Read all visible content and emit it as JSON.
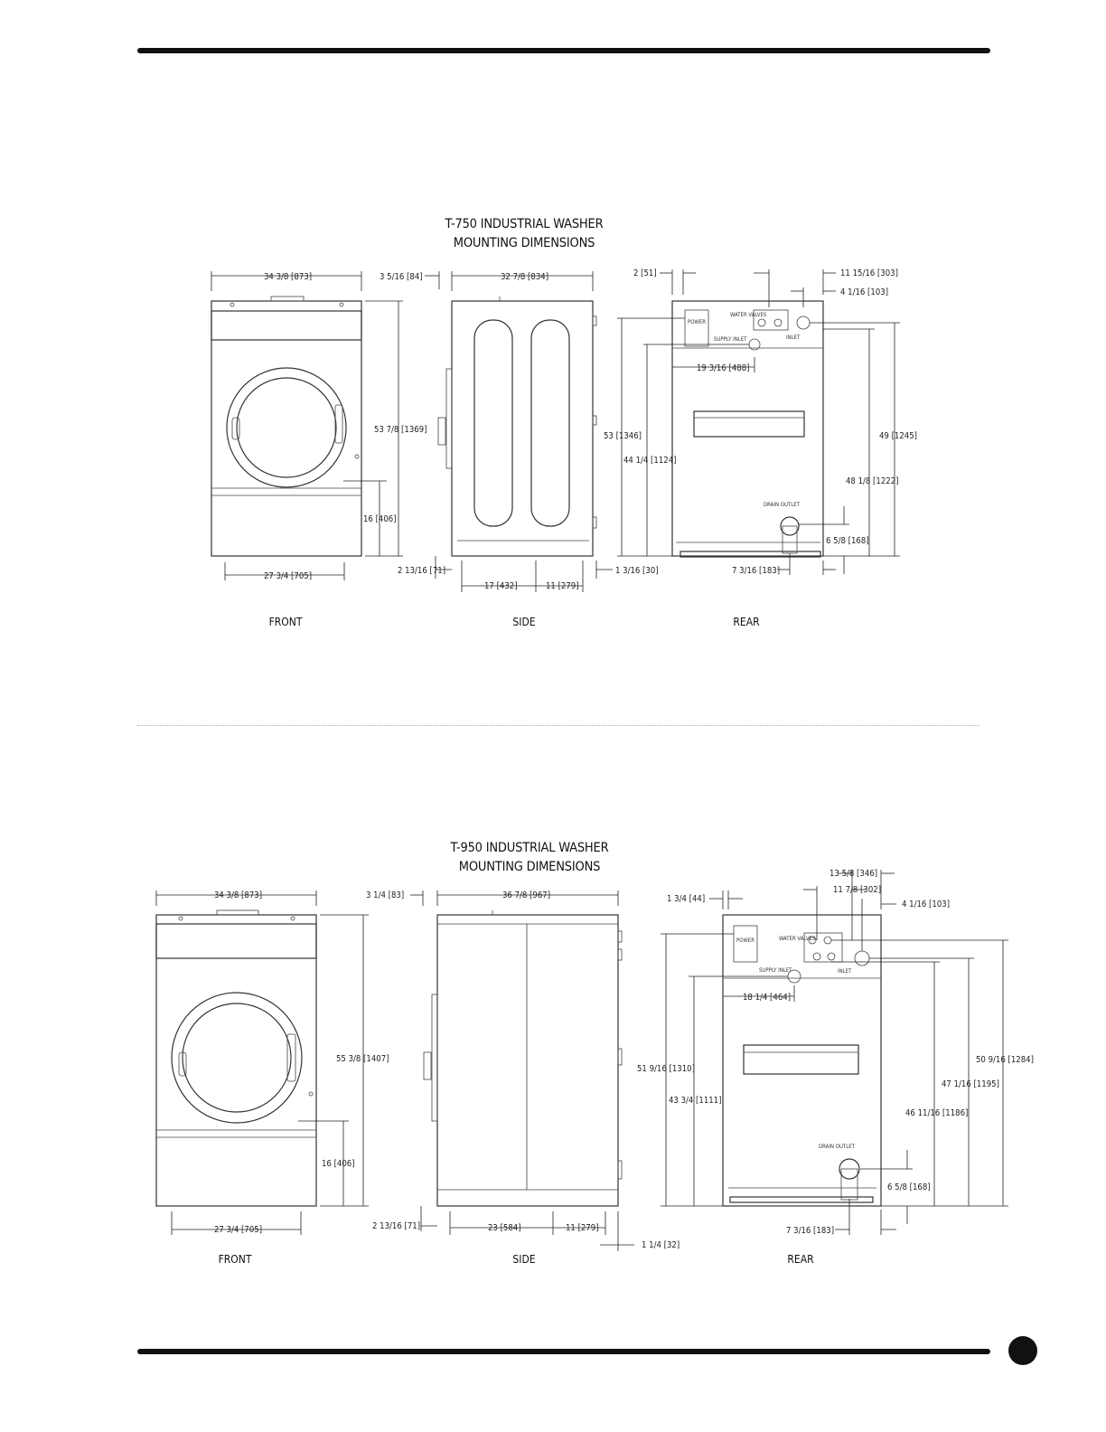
{
  "t750": {
    "title_line1": "T-750 INDUSTRIAL WASHER",
    "title_line2": "MOUNTING DIMENSIONS",
    "views": {
      "front": "FRONT",
      "side": "SIDE",
      "rear": "REAR"
    },
    "front_dims": {
      "width": "34 3/8 [873]",
      "height": "53 7/8 [1369]",
      "door_height": "16 [406]",
      "base_width": "27 3/4 [705]"
    },
    "side_dims": {
      "offset_top": "3 5/16 [84]",
      "depth": "32 7/8 [834]",
      "offset_bottom": "2 13/16 [71]",
      "foot_front": "17 [432]",
      "foot_rear": "11 [279]",
      "overhang": "1 3/16 [30]"
    },
    "rear_dims": {
      "left_offset": "2 [51]",
      "right_top": "11 15/16 [303]",
      "right_top2": "4 1/16 [103]",
      "height_total": "53 [1346]",
      "height_inlet": "44 1/4 [1124]",
      "center": "19 3/16 [488]",
      "right_height": "49 [1245]",
      "right_height2": "48 1/8 [1222]",
      "drain_height": "6 5/8 [168]",
      "drain_offset": "7 3/16 [183]"
    },
    "rear_labels": {
      "power": "POWER",
      "water_valves": "WATER VALVES",
      "supply_inlet": "SUPPLY INLET",
      "inlet": "INLET",
      "drain_outlet": "DRAIN OUTLET"
    }
  },
  "t950": {
    "title_line1": "T-950 INDUSTRIAL WASHER",
    "title_line2": "MOUNTING DIMENSIONS",
    "views": {
      "front": "FRONT",
      "side": "SIDE",
      "rear": "REAR"
    },
    "front_dims": {
      "width": "34 3/8 [873]",
      "height": "55 3/8 [1407]",
      "door_height": "16 [406]",
      "base_width": "27 3/4 [705]"
    },
    "side_dims": {
      "offset_top": "3 1/4 [83]",
      "depth": "36 7/8 [967]",
      "offset_bottom": "2 13/16 [71]",
      "foot_front": "23 [584]",
      "foot_rear": "11 [279]",
      "overhang": "1 1/4 [32]"
    },
    "rear_dims": {
      "left_offset": "1 3/4 [44]",
      "right_top": "13 5/8 [346]",
      "right_top_mid": "11 7/8 [302]",
      "right_top2": "4 1/16 [103]",
      "height_total": "51 9/16 [1310]",
      "height_inlet": "43 3/4 [1111]",
      "center": "18 1/4 [464]",
      "right_height": "50 9/16 [1284]",
      "right_height2": "47 1/16 [1195]",
      "right_height3": "46 11/16 [1186]",
      "drain_height": "6 5/8 [168]",
      "drain_offset": "7 3/16 [183]"
    },
    "rear_labels": {
      "power": "POWER",
      "water_valves": "WATER VALVES",
      "supply_inlet": "SUPPLY INLET",
      "inlet": "INLET",
      "drain_outlet": "DRAIN OUTLET"
    }
  }
}
